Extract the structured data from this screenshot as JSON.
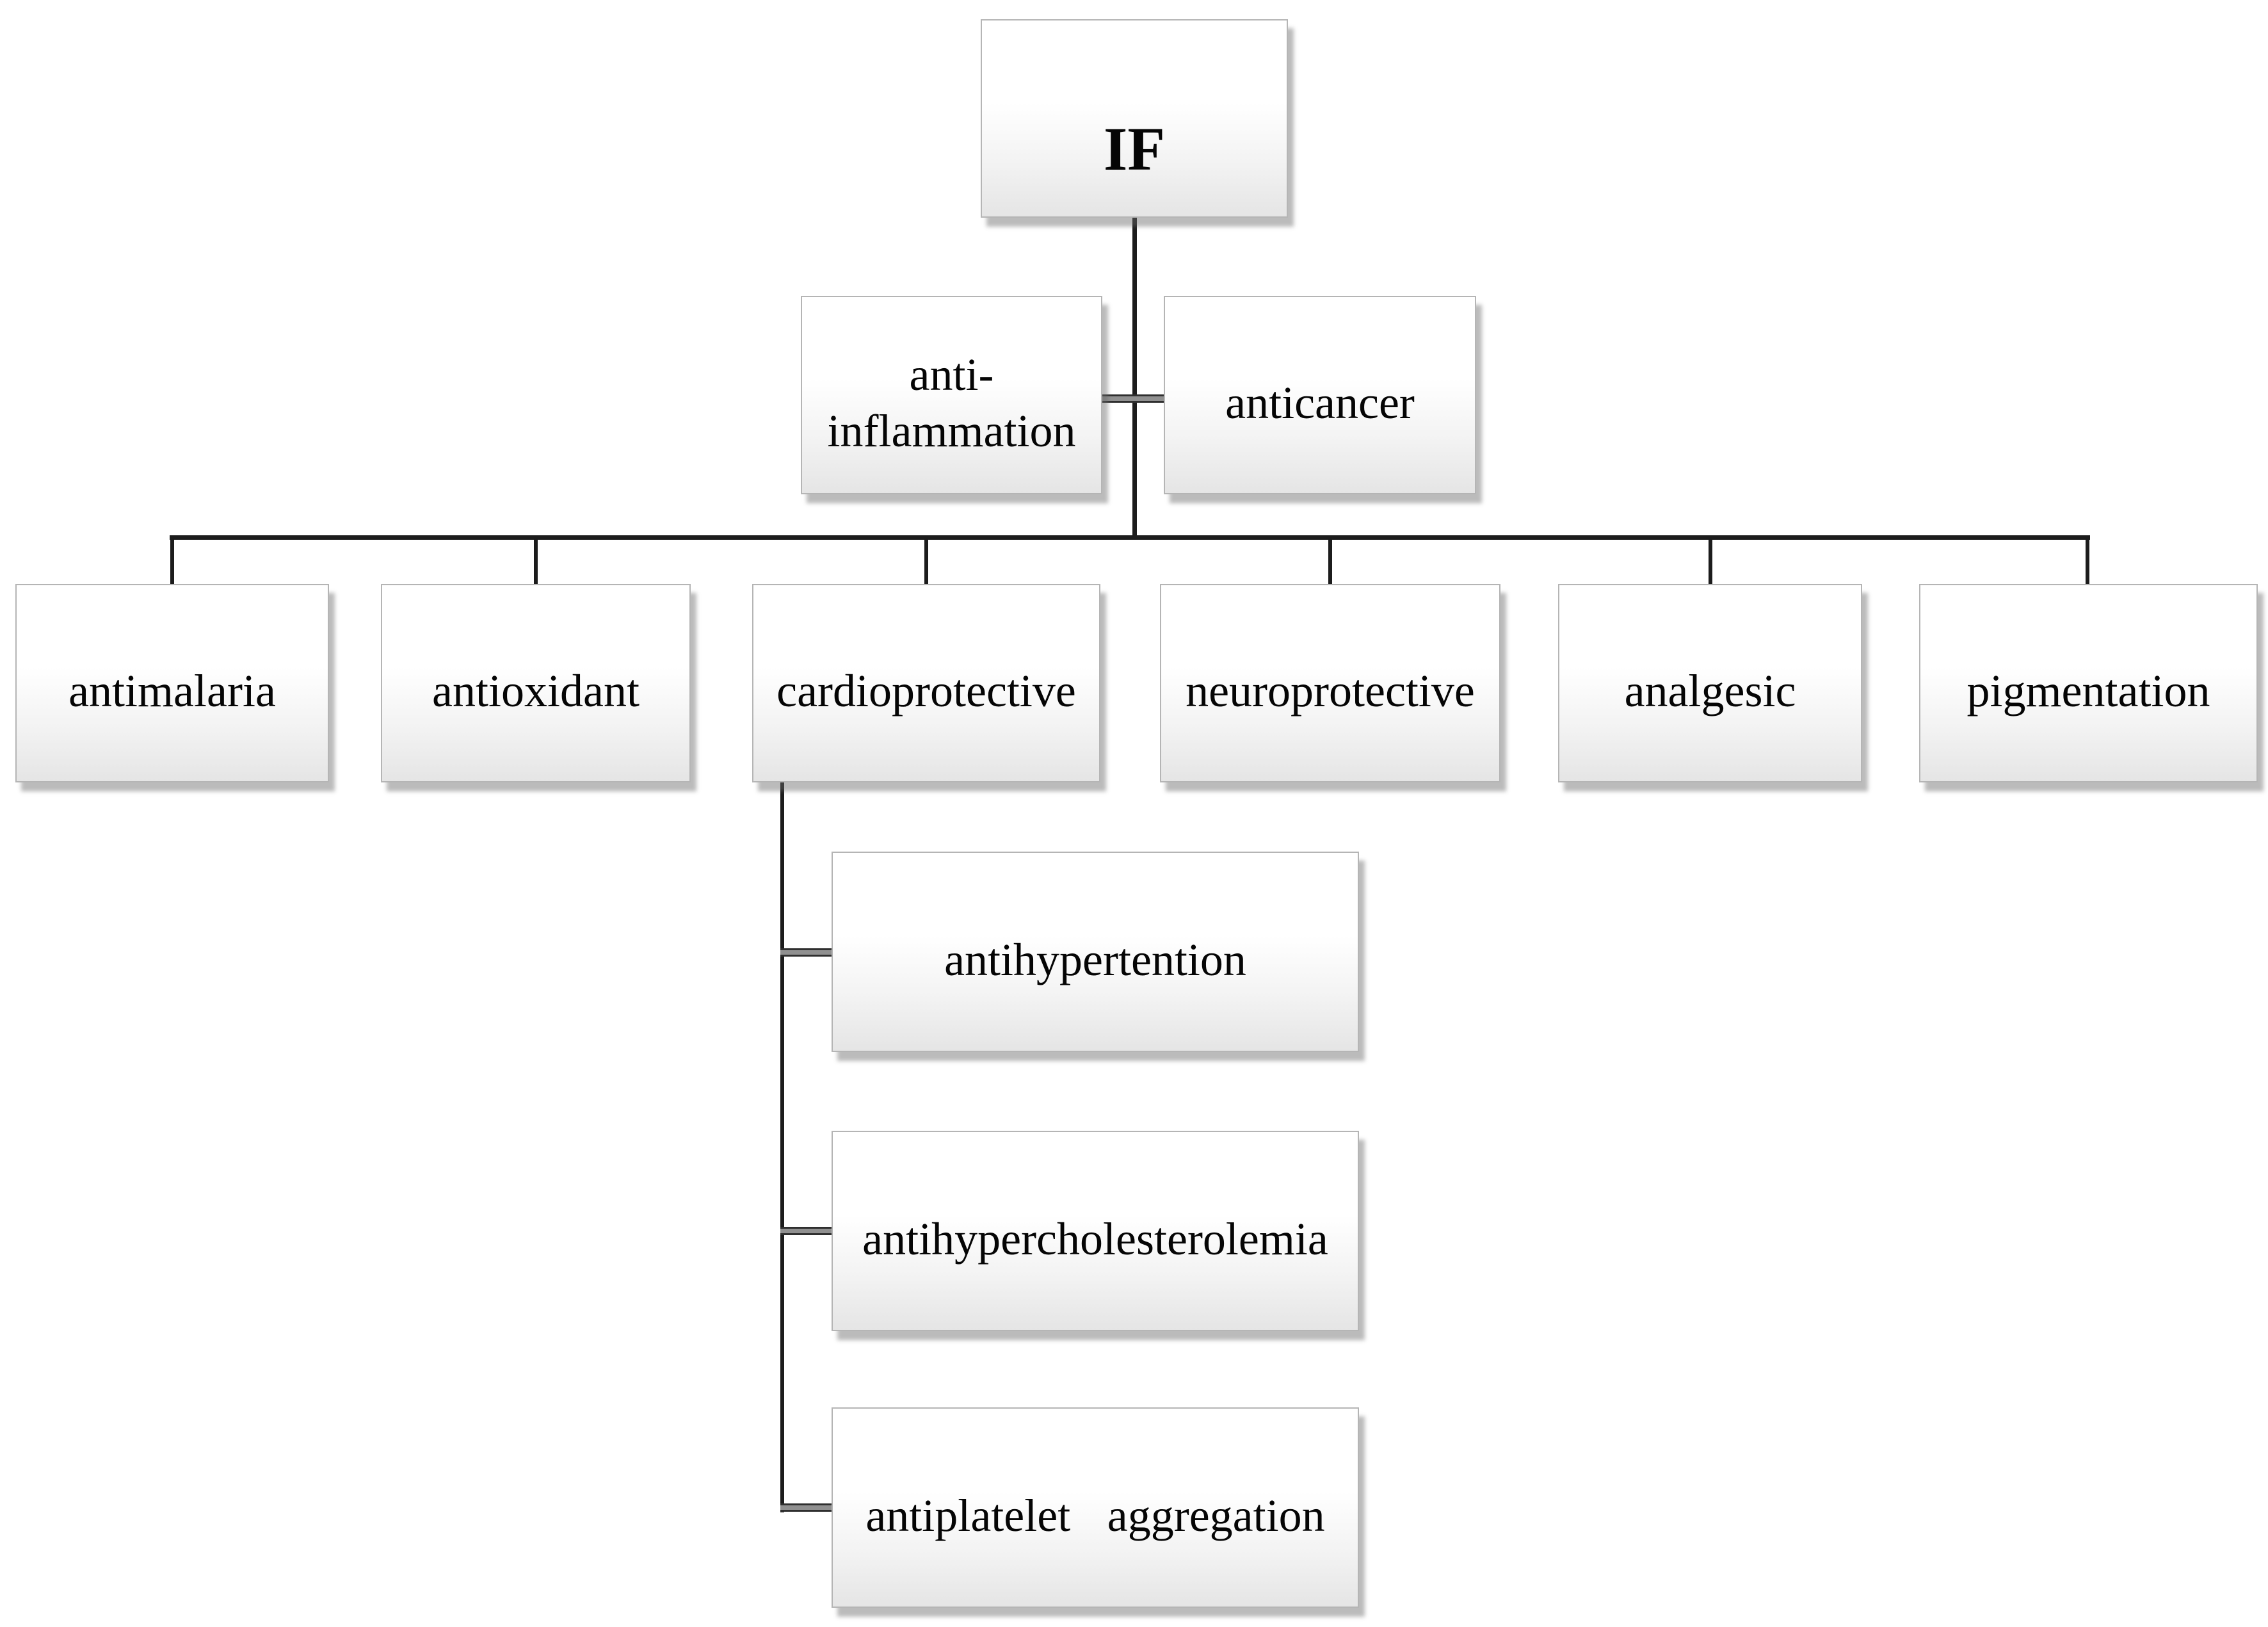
{
  "diagram": {
    "type": "org-tree",
    "root": {
      "label": "IF"
    },
    "level2": [
      {
        "lines": [
          "anti-",
          "inflammation"
        ]
      },
      {
        "lines": [
          "anticancer"
        ]
      }
    ],
    "level3": [
      {
        "label": "antimalaria"
      },
      {
        "label": "antioxidant"
      },
      {
        "label": "cardioprotective"
      },
      {
        "label": "neuroprotective"
      },
      {
        "label": "analgesic"
      },
      {
        "label": "pigmentation"
      }
    ],
    "cardioprotective_children": [
      {
        "label": "antihypertention"
      },
      {
        "label": "antihypercholesterolemia"
      },
      {
        "label": "antiplatelet aggregation"
      }
    ]
  },
  "colors": {
    "background": "#ffffff",
    "box_fill_top": "#ffffff",
    "box_fill_bottom": "#e5e5e5",
    "box_border": "#b5b5b5",
    "connector_black": "#1c1c1c",
    "connector_gray_stub": "#909090",
    "text": "#050505"
  }
}
